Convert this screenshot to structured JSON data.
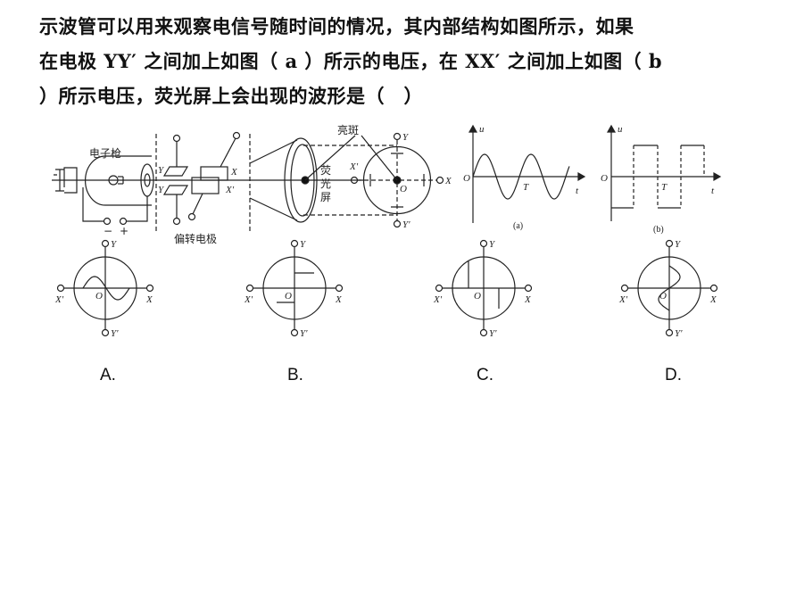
{
  "question": {
    "line1": "示波管可以用来观察电信号随时间的情况，其内部结构如图所示，如果",
    "line2": "在电极 YY′ 之间加上如图（ a ）所示的电压，在 XX′ 之间加上如图（ b",
    "line3": "）所示电压，荧光屏上会出现的波形是（　）"
  },
  "figure": {
    "gun_label": "电子枪",
    "deflector_label": "偏转电极",
    "screen_label": [
      "荧",
      "光",
      "屏"
    ],
    "spot_label": "亮斑",
    "neg": "−",
    "pos": "+",
    "Y": "Y",
    "Yp": "Y′",
    "X": "X",
    "Xp": "X′",
    "O": "O",
    "u": "u",
    "t": "t",
    "T": "T",
    "caption_a": "(a)",
    "caption_b": "(b)"
  },
  "options": [
    {
      "label": "A."
    },
    {
      "label": "B."
    },
    {
      "label": "C."
    },
    {
      "label": "D."
    }
  ]
}
